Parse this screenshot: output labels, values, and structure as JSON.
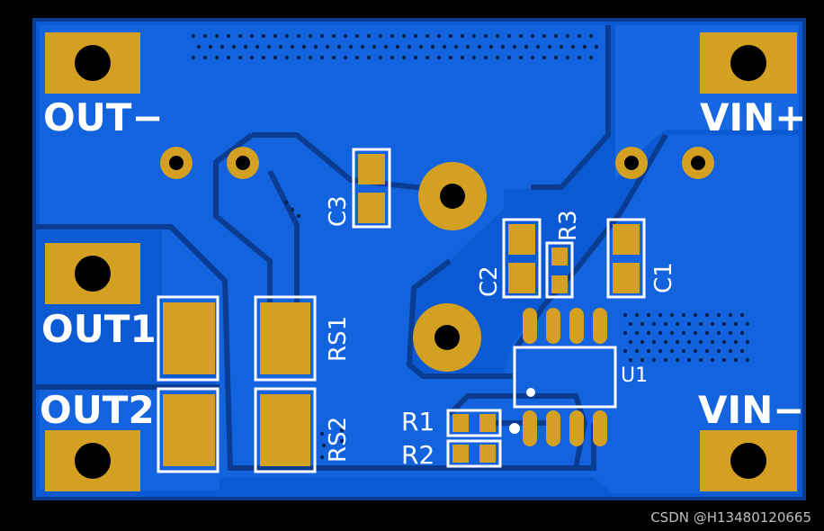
{
  "labels": {
    "out_minus": "OUT−",
    "vin_plus": "VIN+",
    "out1": "OUT1",
    "out2": "OUT2",
    "vin_minus": "VIN−",
    "c3": "C3",
    "c2": "C2",
    "r3": "R3",
    "c1": "C1",
    "rs1": "RS1",
    "rs2": "RS2",
    "r1": "R1",
    "r2": "R2",
    "u1": "U1"
  },
  "watermark": "CSDN @H13480120665",
  "colors": {
    "board": "#0a5bd6",
    "copper": "#1565e0",
    "trace": "#0a3d91",
    "pad": "#d4a021",
    "silkscreen": "#ffffff",
    "background": "#000000"
  }
}
